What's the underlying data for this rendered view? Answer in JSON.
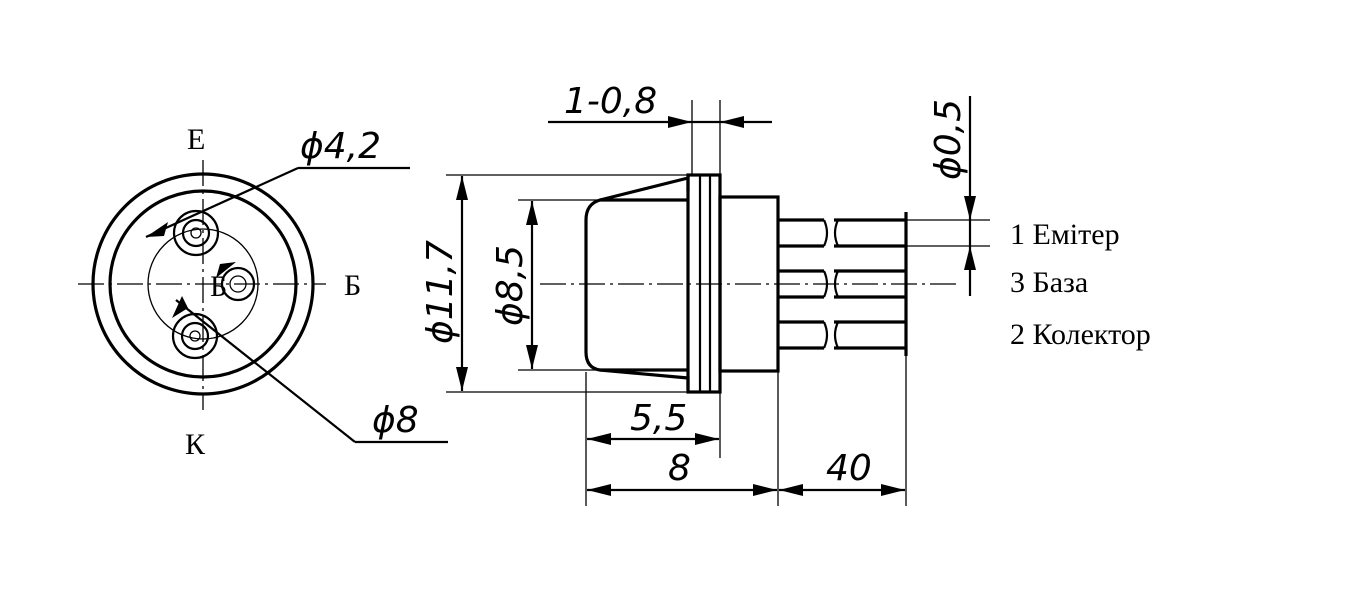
{
  "pin_view": {
    "emitter_letter": "Е",
    "base_letter": "Б",
    "collector_letter": "К",
    "body_mark": "Б"
  },
  "dimensions": {
    "pin_circle_dia": "ϕ4,2",
    "flange_dia": "ϕ8",
    "outer_dia": "ϕ11,7",
    "cap_dia": "ϕ8,5",
    "flange_thickness": "1-0,8",
    "cap_height": "5,5",
    "body_length": "8",
    "lead_length": "40",
    "lead_dia": "ϕ0,5"
  },
  "legend": [
    {
      "label": "1 Емітер"
    },
    {
      "label": "3 База"
    },
    {
      "label": "2 Колектор"
    }
  ]
}
